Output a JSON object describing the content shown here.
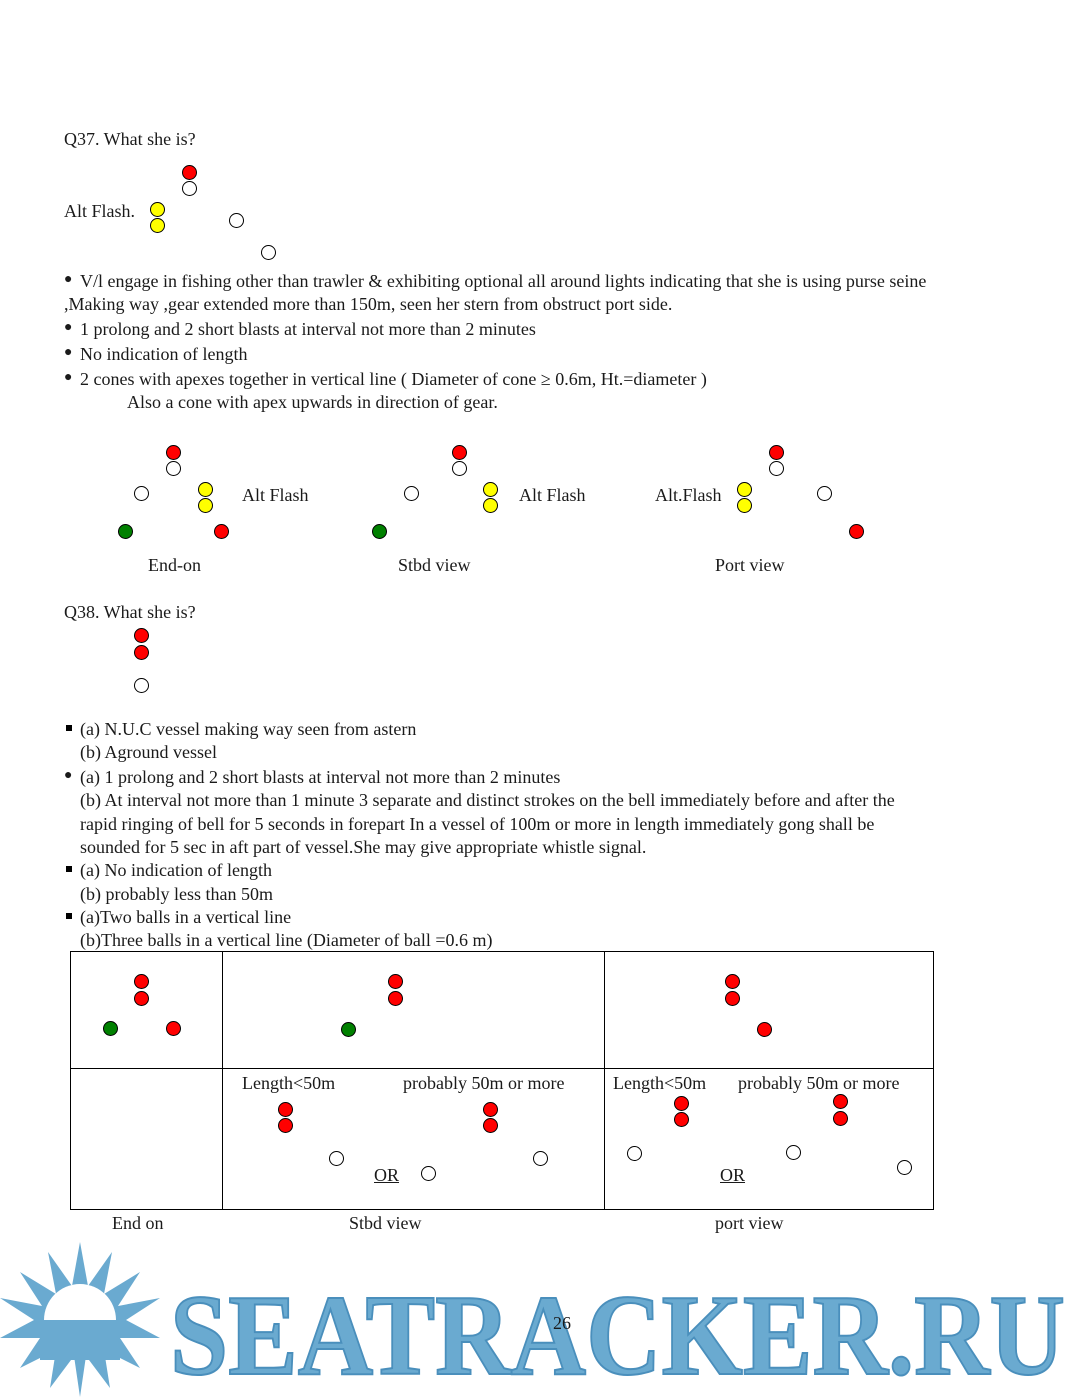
{
  "q37": {
    "question": "Q37.  What she is?",
    "alt_flash_label": "Alt Flash.",
    "answers": [
      "V/l engage in fishing other than trawler & exhibiting optional all around lights indicating that she is using purse seine",
      ",Making way ,gear extended more than 150m, seen her stern from obstruct port side.",
      "1 prolong and 2 short blasts at interval not more than 2 minutes",
      "No indication of length",
      "2 cones with apexes together in vertical line ( Diameter of cone ≥ 0.6m, Ht.=diameter )",
      "Also a cone with apex upwards in direction of gear."
    ],
    "views": {
      "end_on_flash": "Alt Flash",
      "stbd_flash": "Alt Flash",
      "port_flash": "Alt.Flash",
      "end_on": "End-on",
      "stbd": "Stbd view",
      "port": "Port view"
    }
  },
  "q38": {
    "question": "Q38.  What she is?",
    "answers": [
      "(a) N.U.C vessel making way seen from astern",
      "(b) Aground vessel",
      "(a) 1 prolong and 2 short blasts at interval not more than 2 minutes",
      "(b) At interval not more than 1 minute 3 separate and distinct strokes on the bell immediately before and after the",
      "rapid ringing of bell for 5 seconds in forepart  In a vessel of 100m or more in length immediately gong shall be",
      "sounded for 5 sec in aft part of vessel.She may give appropriate whistle signal.",
      "(a) No indication of length",
      "(b) probably less than 50m",
      "(a)Two balls in a vertical line",
      "(b)Three balls in a vertical line (Diameter of ball =0.6 m)"
    ],
    "table": {
      "stbd_len_lt50": "Length<50m",
      "stbd_len_ge50": "probably 50m or more",
      "port_len_lt50": "Length<50m",
      "port_len_ge50": "probably 50m or more",
      "or1": "OR",
      "or2": "OR",
      "end_on": "End on",
      "stbd": "Stbd view",
      "port": "port view"
    }
  },
  "page_number": "26",
  "watermark": "SEATRACKER.RU",
  "colors": {
    "red_light": "#ff0000",
    "green_light": "#008000",
    "yellow_light": "#ffff00",
    "watermark": "#6aaad0"
  }
}
